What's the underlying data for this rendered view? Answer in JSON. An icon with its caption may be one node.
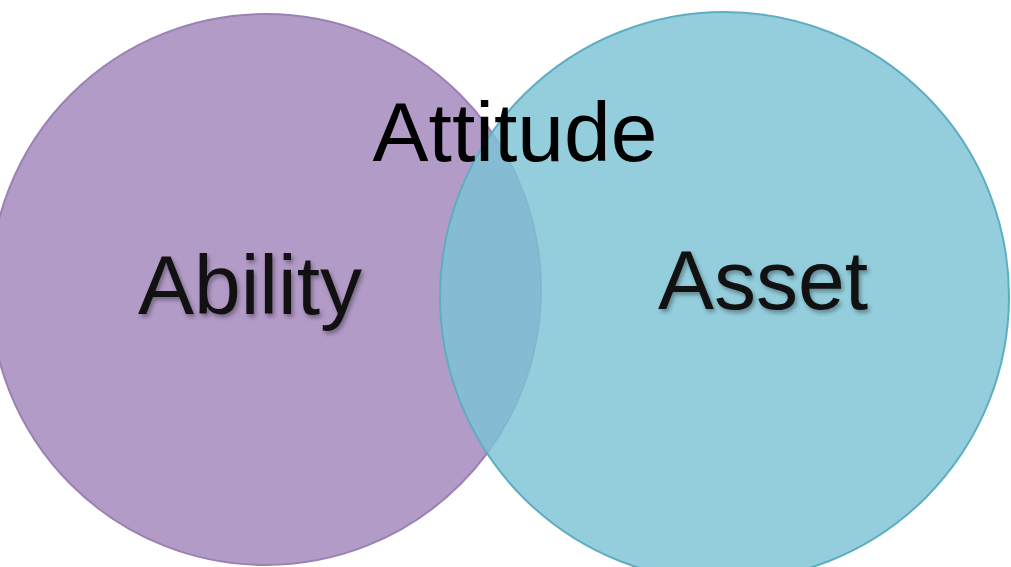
{
  "diagram": {
    "nodes": [
      {
        "text": [
          "Ability"
        ]
      },
      {
        "text": [
          "Asset"
        ]
      }
    ],
    "labels": [
      "Attitude"
    ]
  }
}
